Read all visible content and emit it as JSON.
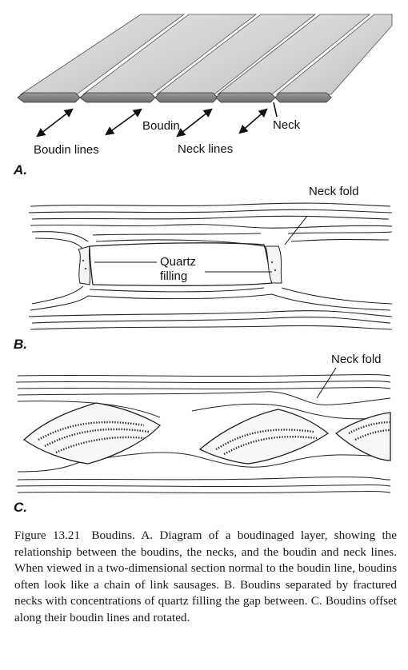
{
  "panel_a": {
    "letter": "A.",
    "labels": {
      "boudin_lines": "Boudin lines",
      "boudin": "Boudin",
      "neck_lines": "Neck lines",
      "neck": "Neck"
    }
  },
  "panel_b": {
    "letter": "B.",
    "labels": {
      "neck_fold": "Neck fold",
      "quartz_line1": "Quartz",
      "quartz_line2": "filling"
    }
  },
  "panel_c": {
    "letter": "C.",
    "labels": {
      "neck_fold": "Neck fold"
    }
  },
  "caption": {
    "figure_label": "Figure 13.21",
    "text": "Boudins. A. Diagram of a boudinaged layer, showing the relationship between the boudins, the necks, and the boudin and neck lines. When viewed in a two-dimensional section normal to the boudin line, boudins often look like a chain of link sausages. B. Boudins separated by fractured necks with concentrations of quartz filling the gap between. C. Boudins offset along their boudin lines and rotated."
  }
}
